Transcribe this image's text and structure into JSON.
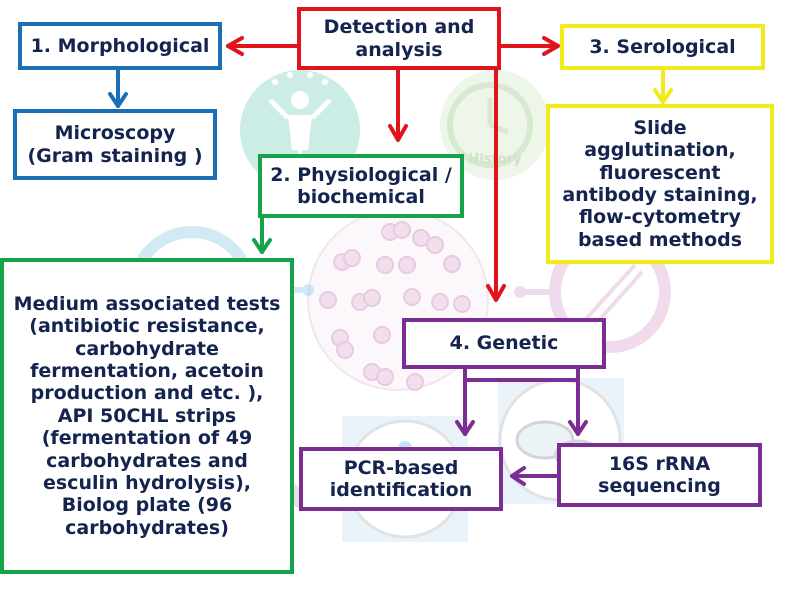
{
  "boxes": {
    "detection": "Detection and analysis",
    "morphological": "1. Morphological",
    "microscopy": "Microscopy (Gram staining )",
    "serological": "3. Serological",
    "serological_methods": "Slide agglutination, fluorescent antibody staining, flow-cytometry based methods",
    "physiological": "2. Physiological / biochemical",
    "medium_tests": "Medium associated tests (antibiotic resistance, carbohydrate fermentation, acetoin production and etc. ), API 50CHL strips (fermentation of 49 carbohydrates and esculin hydrolysis), Biolog plate (96 carbohydrates)",
    "genetic": "4. Genetic",
    "pcr": "PCR-based identification",
    "rrna": "16S rRNA sequencing"
  },
  "background_labels": {
    "history": "History"
  },
  "colors": {
    "red": "#e2141b",
    "blue": "#1a6fb5",
    "yellow": "#f3ea1a",
    "green": "#16a34a",
    "purple": "#7b2d91",
    "text": "#15234f"
  },
  "icons": [
    "person-juggling-icon",
    "clock-history-icon",
    "bacteria-cells-icon",
    "dna-icon",
    "microscope-icon",
    "petri-dish-icon",
    "pcr-tubes-icon",
    "antibody-icon"
  ]
}
